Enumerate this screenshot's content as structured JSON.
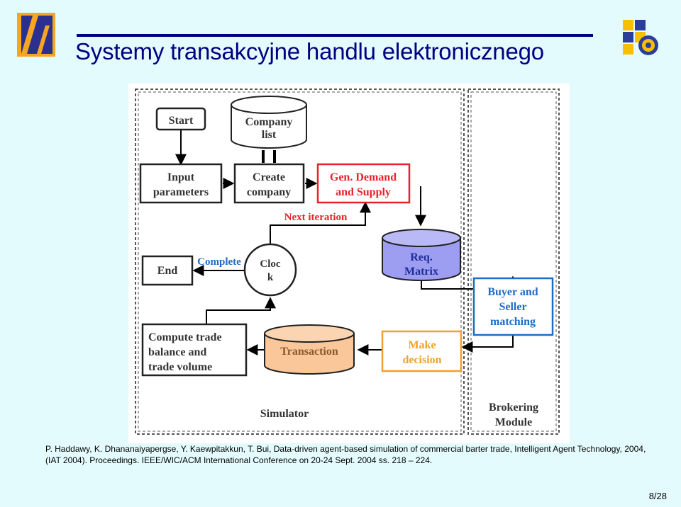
{
  "slide": {
    "title": "Systemy transakcyjne handlu elektronicznego",
    "page": "8/28"
  },
  "diagram": {
    "simulator_label": "Simulator",
    "brokering_label_lines": [
      "Brokering",
      "Module"
    ],
    "nodes": {
      "start": [
        "Start"
      ],
      "company_list": [
        "Company",
        "list"
      ],
      "input_parameters": [
        "Input",
        "parameters"
      ],
      "create_company": [
        "Create",
        "company"
      ],
      "gen_demand_supply": [
        "Gen. Demand",
        "and Supply"
      ],
      "req_matrix": [
        "Req.",
        "Matrix"
      ],
      "end": [
        "End"
      ],
      "clock": [
        "Cloc",
        "k"
      ],
      "buyer_seller_matching": [
        "Buyer and",
        "Seller",
        "matching"
      ],
      "compute_trade": [
        "Compute trade",
        "balance and",
        "trade volume"
      ],
      "transaction": [
        "Transaction"
      ],
      "make_decision": [
        "Make",
        "decision"
      ]
    },
    "edge_labels": {
      "next_iteration": "Next iteration",
      "complete": "Complete"
    }
  },
  "reference": "P. Haddawy, K. Dhananaiyapergse, Y. Kaewpitakkun, T. Bui, Data-driven agent-based simulation of commercial barter trade, Intelligent Agent Technology, 2004, (IAT 2004). Proceedings. IEEE/WIC/ACM International Conference on 20-24 Sept. 2004 ss. 218 – 224.",
  "colors": {
    "background": "#e4fbfd",
    "title": "#000080",
    "red": "#e8212a",
    "blue": "#1f6bc5",
    "orange": "#f0a030",
    "database_purple": "#9d9df2",
    "database_orange": "#f9c79a"
  }
}
